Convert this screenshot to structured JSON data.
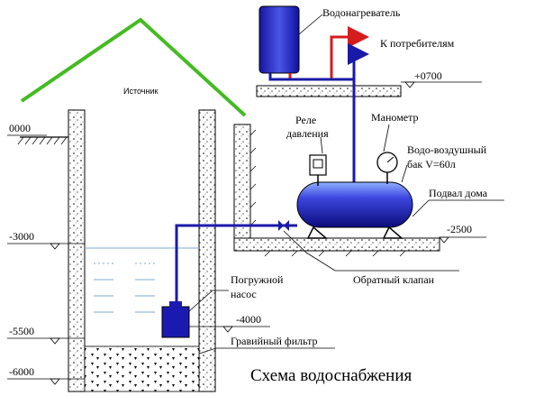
{
  "labels": {
    "source": "Источник",
    "water_heater": "Водонагреватель",
    "to_consumers": "К потребителям",
    "level_plus_0700": "+0700",
    "pressure_relay_line1": "Реле",
    "pressure_relay_line2": "давления",
    "manometer": "Манометр",
    "tank_line1": "Водо-воздушный",
    "tank_line2": "бак V=60л",
    "basement": "Подвал дома",
    "level_0000": "0000",
    "level_minus_3000": "-3000",
    "level_minus_2500": "-2500",
    "check_valve": "Обратный клапан",
    "pump_line1": "Погружной",
    "pump_line2": "насос",
    "level_minus_4000": "-4000",
    "level_minus_5500": "-5500",
    "gravel_filter": "Гравийный фильтр",
    "level_minus_6000": "-6000",
    "diagram_title": "Схема водоснабжения"
  },
  "colors": {
    "roof": "#44bb22",
    "pipe_blue": "#1a1aa8",
    "pipe_red": "#d41c1c",
    "equipment_blue": "#2c2cd0",
    "water_line": "#7fa8d6",
    "ground": "#000000"
  }
}
